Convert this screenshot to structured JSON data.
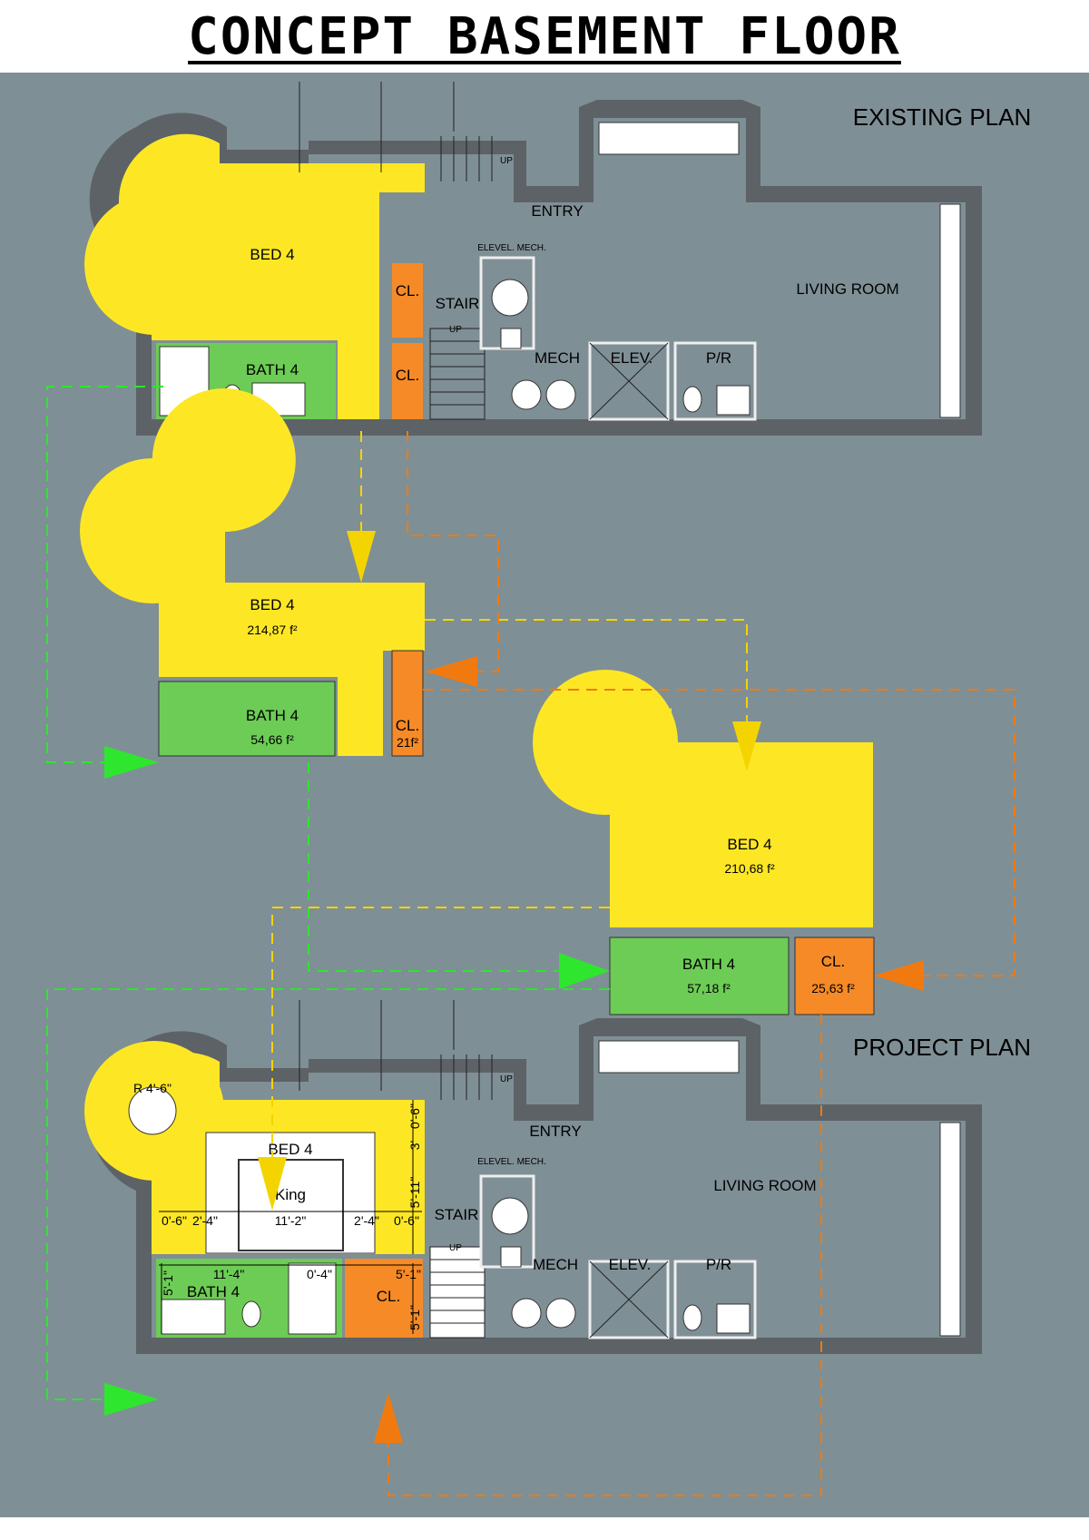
{
  "title": "CONCEPT BASEMENT FLOOR",
  "colors": {
    "background": "#7f8f96",
    "wall": "#5c6266",
    "bed": "#fde725",
    "bath": "#6dcc55",
    "closet": "#f58a27",
    "bed_arrow": "#f4d400",
    "bath_arrow": "#2ee62e",
    "closet_arrow": "#f07a10"
  },
  "existing_plan": {
    "heading": "EXISTING PLAN",
    "bed": "BED 4",
    "bath": "BATH 4",
    "closet1": "CL.",
    "closet2": "CL.",
    "stair": "STAIR",
    "up1": "UP",
    "up2": "UP",
    "entry": "ENTRY",
    "elevel_mech": "ELEVEL. MECH.",
    "mech": "MECH",
    "elev": "ELEV.",
    "pr": "P/R",
    "living": "LIVING ROOM"
  },
  "step1": {
    "bed": "BED 4",
    "bed_area": "214,87 f²",
    "bath": "BATH 4",
    "bath_area": "54,66 f²",
    "closet": "CL.",
    "closet_area": "21f²"
  },
  "step2": {
    "bed": "BED 4",
    "bed_area": "210,68 f²",
    "bath": "BATH 4",
    "bath_area": "57,18 f²",
    "closet": "CL.",
    "closet_area": "25,63 f²"
  },
  "project_plan": {
    "heading": "PROJECT PLAN",
    "bed": "BED 4",
    "king": "King",
    "bath": "BATH 4",
    "closet": "CL.",
    "stair": "STAIR",
    "up1": "UP",
    "up2": "UP",
    "entry": "ENTRY",
    "elevel_mech": "ELEVEL. MECH.",
    "mech": "MECH",
    "elev": "ELEV.",
    "pr": "P/R",
    "living": "LIVING ROOM",
    "radius": "R 4'-6\"",
    "dims": {
      "bed_width": "11'-2\"",
      "left_gap": "0'-6\"",
      "left_side": "2'-4\"",
      "right_side": "2'-4\"",
      "right_gap": "0'-6\"",
      "bath_width": "11'-4\"",
      "shower_gap": "0'-4\"",
      "closet_width": "5'-1\"",
      "closet_height": "5'-1\"",
      "bath_height": "5'-1\"",
      "wall_top": "0'-6\"",
      "wall_mid": "3'",
      "wall_low": "5'-11\""
    }
  }
}
